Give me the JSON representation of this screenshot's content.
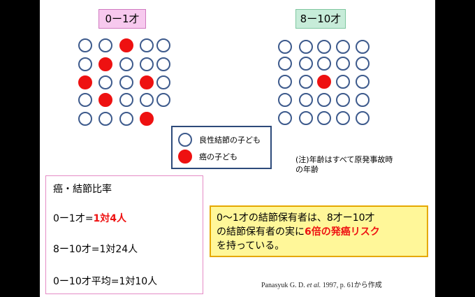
{
  "groups": {
    "a": {
      "label": "0ー1才",
      "rows": [
        [
          0,
          0,
          1,
          0,
          0
        ],
        [
          0,
          1,
          0,
          0,
          0
        ],
        [
          1,
          0,
          0,
          1,
          0
        ],
        [
          0,
          1,
          0,
          0,
          0
        ],
        [
          0,
          0,
          0,
          1
        ]
      ]
    },
    "b": {
      "label": "8ー10才",
      "rows": [
        [
          0,
          0,
          0,
          0,
          0
        ],
        [
          0,
          0,
          0,
          0,
          0
        ],
        [
          0,
          0,
          1,
          0,
          0
        ],
        [
          0,
          0,
          0,
          0,
          0
        ],
        [
          0,
          0,
          0,
          0,
          0
        ]
      ]
    }
  },
  "legend": {
    "benign": "良性結節の子ども",
    "cancer": "癌の子ども"
  },
  "note": {
    "line1": "(注)年齢はすべて原発事故時",
    "line2": "の年齢"
  },
  "ratio": {
    "title": "癌・結節比率",
    "row1_prefix": "0ー1才=",
    "row1_value": "1対4人",
    "row2": "8ー10才=1対24人",
    "row3": "0ー10才平均=1対10人"
  },
  "summary": {
    "line1": "0〜1才の結節保有者は、8才ー10才",
    "line2_prefix": "の結節保有者の実に",
    "line2_highlight": "6倍の発癌リスク",
    "line3": "を持っている。"
  },
  "citation": {
    "author": "Panasyuk G. D. ",
    "etal": "et al.",
    "rest": " 1997, p. 61から作成"
  },
  "colors": {
    "cancer": "#ee1111",
    "benign_border": "#3d5a8c"
  }
}
